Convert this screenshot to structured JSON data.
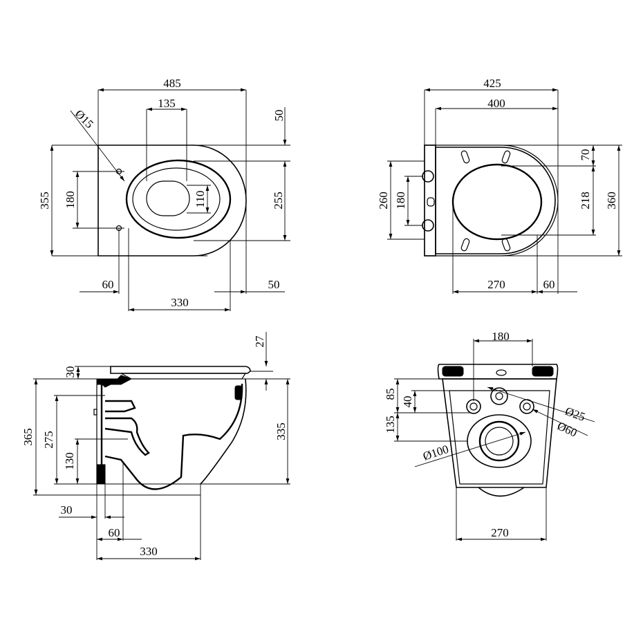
{
  "views": {
    "top": {
      "d_width": "485",
      "d_seat_width": "135",
      "d_bolt_hole": "Ø15",
      "d_rear_gap": "50",
      "d_depth": "355",
      "d_bolt_spacing": "180",
      "d_inner": "110",
      "d_bowl": "255",
      "d_left_offset": "60",
      "d_right_offset": "50",
      "d_bowl_width": "330"
    },
    "seat": {
      "d_width": "425",
      "d_inner_width": "400",
      "d_top": "70",
      "d_height": "260",
      "d_hinge": "180",
      "d_opening": "218",
      "d_depth": "360",
      "d_opening_width": "270",
      "d_right": "60"
    },
    "side": {
      "d_lid": "27",
      "d_seat": "30",
      "d_total": "365",
      "d_inlet": "275",
      "d_outlet": "130",
      "d_height": "335",
      "d_wall": "30",
      "d_outlet_offset": "60",
      "d_projection": "330"
    },
    "rear": {
      "d_bolts": "180",
      "d_85": "85",
      "d_40": "40",
      "d_135": "135",
      "d_small_hole": "Ø25",
      "d_inlet_hole": "Ø60",
      "d_outlet_hole": "Ø100",
      "d_width": "270"
    }
  }
}
